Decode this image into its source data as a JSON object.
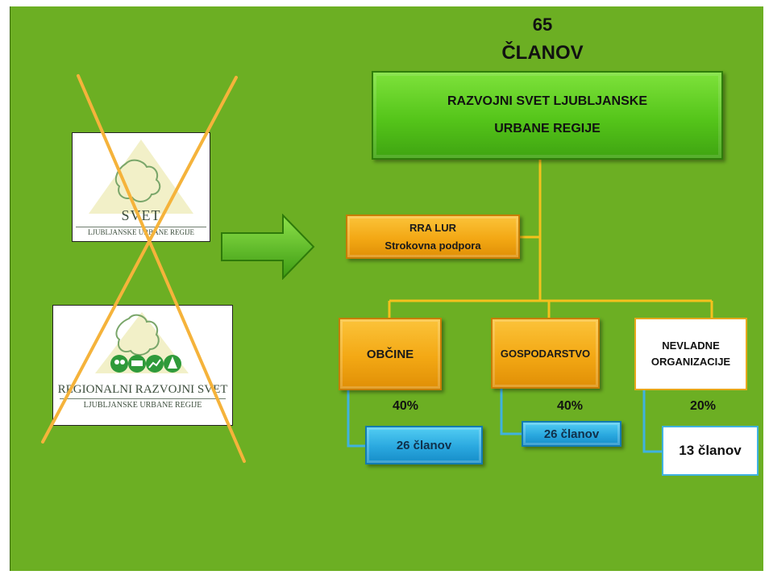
{
  "header": {
    "count": "65",
    "unit": "ČLANOV"
  },
  "top_box": {
    "line1": "RAZVOJNI SVET LJUBLJANSKE",
    "line2": "URBANE REGIJE"
  },
  "support_box": {
    "line1": "RRA LUR",
    "line2": "Strokovna podpora"
  },
  "groups": [
    {
      "name": "OBČINE",
      "percent": "40%",
      "members": "26 članov"
    },
    {
      "name": "GOSPODARSTVO",
      "percent": "40%",
      "members": "26 članov"
    },
    {
      "name_line1": "NEVLADNE",
      "name_line2": "ORGANIZACIJE",
      "percent": "20%",
      "members": "13 članov"
    }
  ],
  "logos": {
    "old_small": {
      "title": "SVET",
      "subtitle": "LJUBLJANSKE URBANE REGIJE"
    },
    "old_large": {
      "title": "REGIONALNI RAZVOJNI SVET",
      "subtitle": "LJUBLJANSKE URBANE REGIJE"
    }
  },
  "colors": {
    "background": "#6caf23",
    "green_box": "#55c51a",
    "orange_box": "#f3a814",
    "blue_box": "#2aa8df",
    "connector": "#f4c11d",
    "blue_connector": "#3fb2e0",
    "cross": "#f5b33b"
  }
}
